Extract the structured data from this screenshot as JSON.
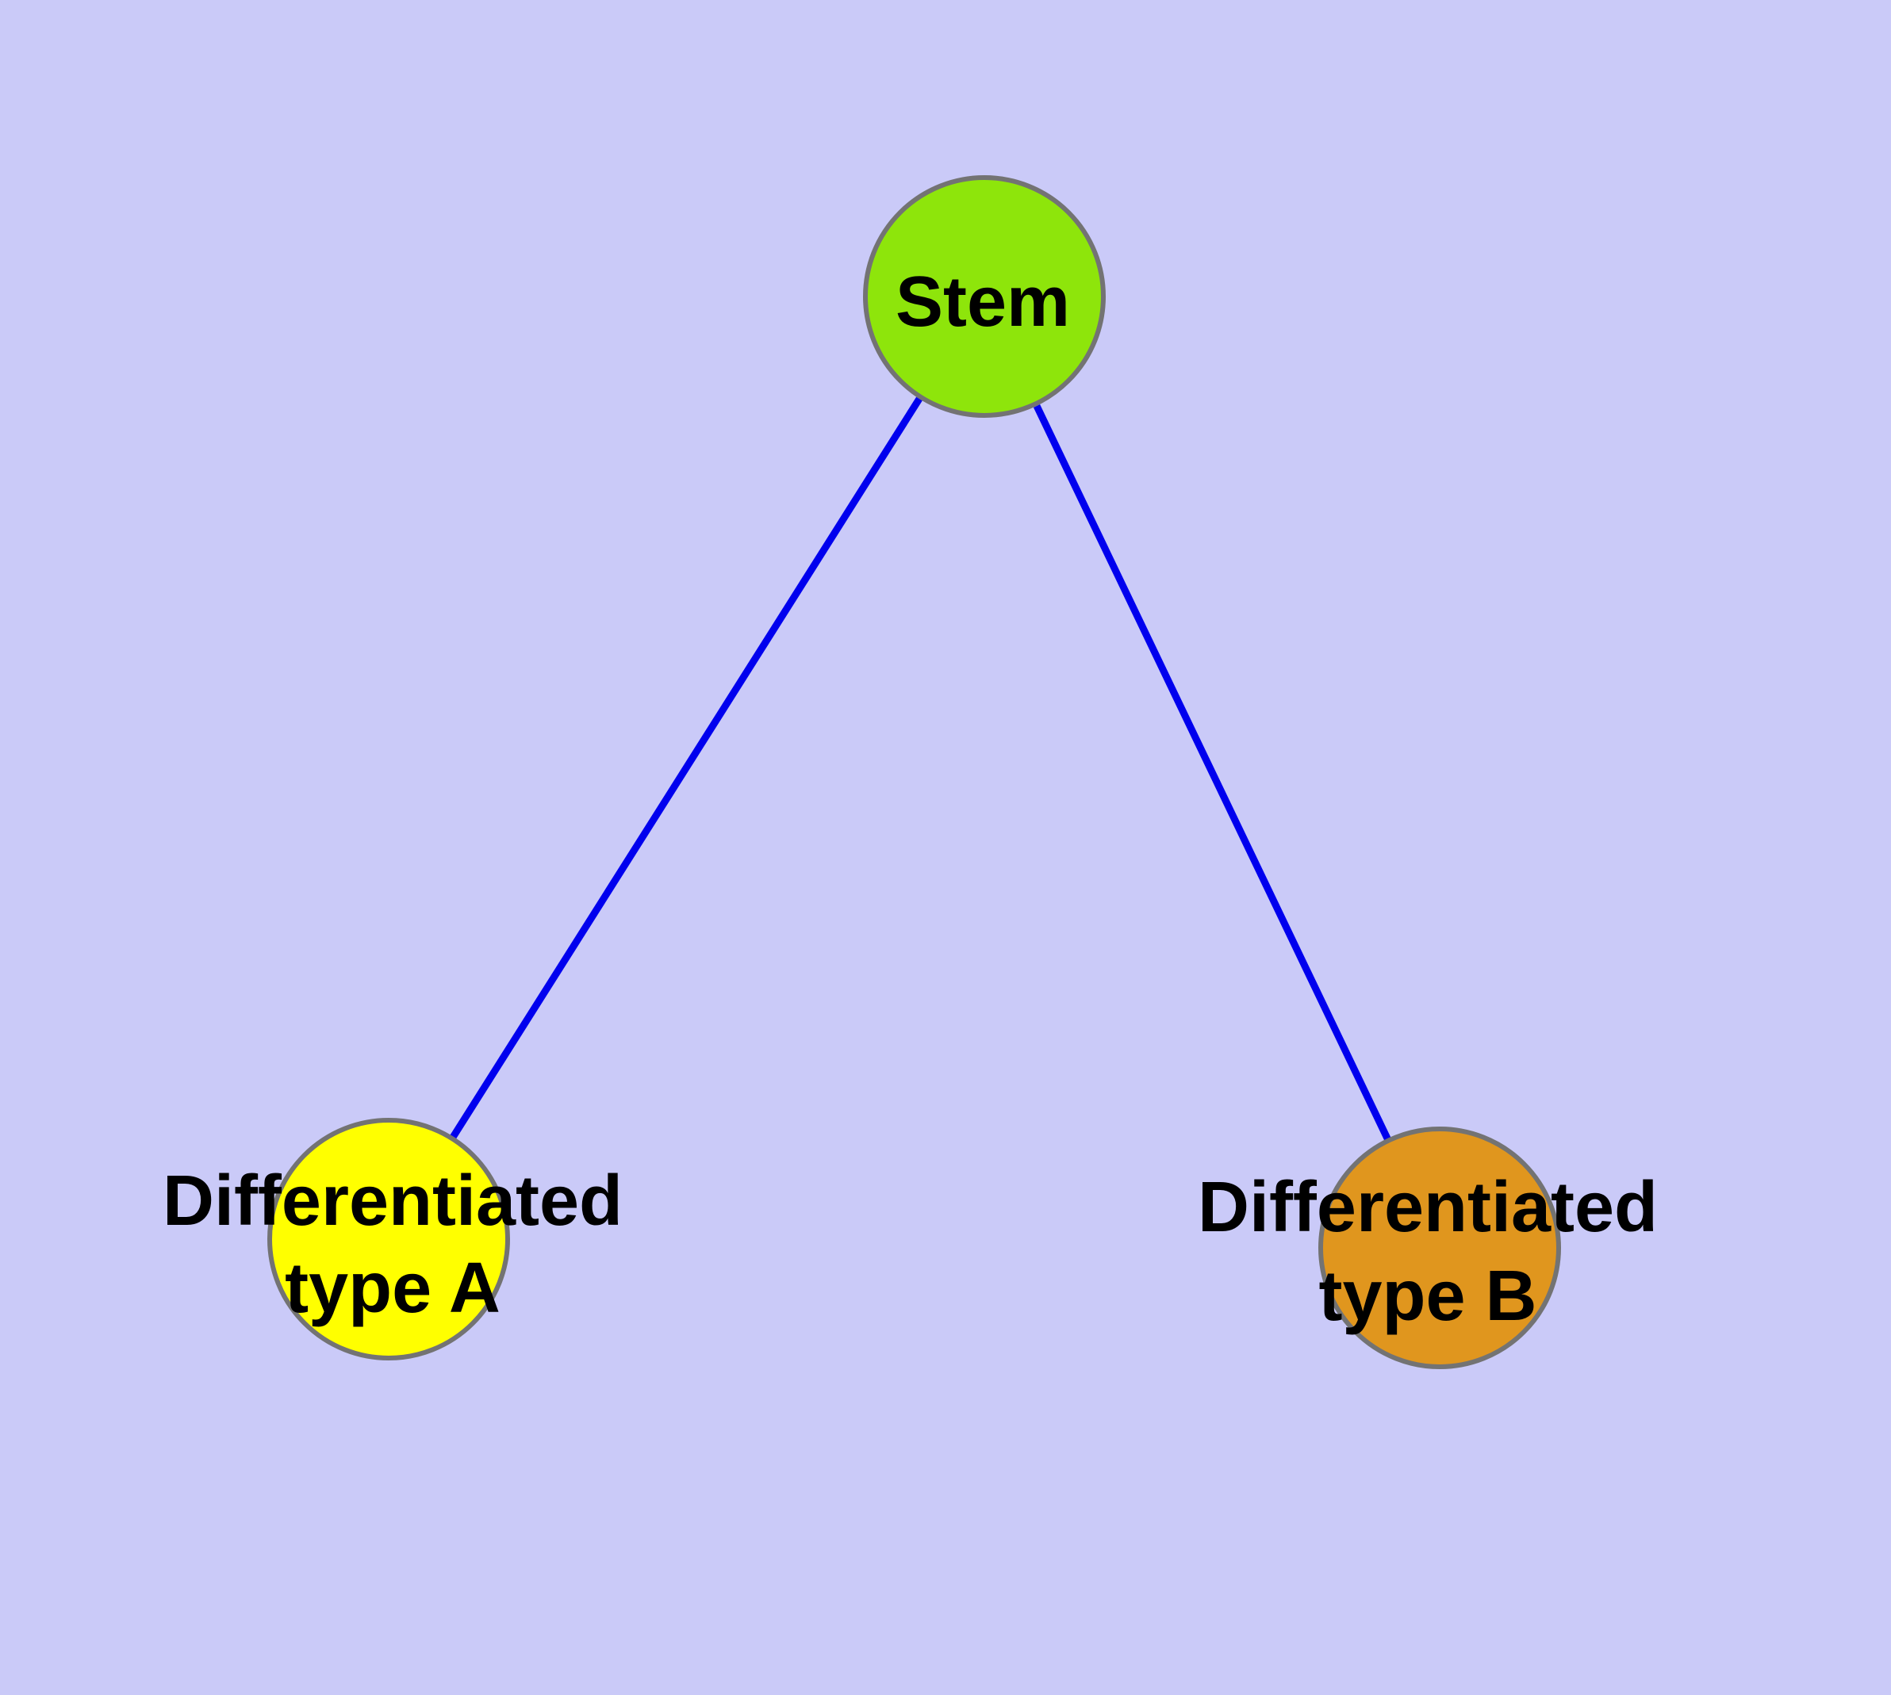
{
  "figure": {
    "type": "node-link-diagram",
    "description": "Stem cell differentiation graph: one stem node connected to two differentiated cell type nodes"
  },
  "colors": {
    "background": "#CACAF8",
    "edge": "#0000EE",
    "node_border": "#737373",
    "label_text": "#000000",
    "stem_fill": "#8EE50B",
    "type_a_fill": "#FFFF00",
    "type_b_fill": "#E0961E"
  },
  "graph": {
    "nodes": {
      "stem": {
        "label": "Stem",
        "fill": "#8EE50B"
      },
      "type_a": {
        "label_line1": "Differentiated",
        "label_line2": "type A",
        "fill": "#FFFF00"
      },
      "type_b": {
        "label_line1": "Differentiated",
        "label_line2": "type B",
        "fill": "#E0961E"
      }
    },
    "edges": [
      {
        "from": "Stem",
        "to": "Differentiated type A",
        "color": "#0000EE"
      },
      {
        "from": "Stem",
        "to": "Differentiated type B",
        "color": "#0000EE"
      }
    ]
  }
}
